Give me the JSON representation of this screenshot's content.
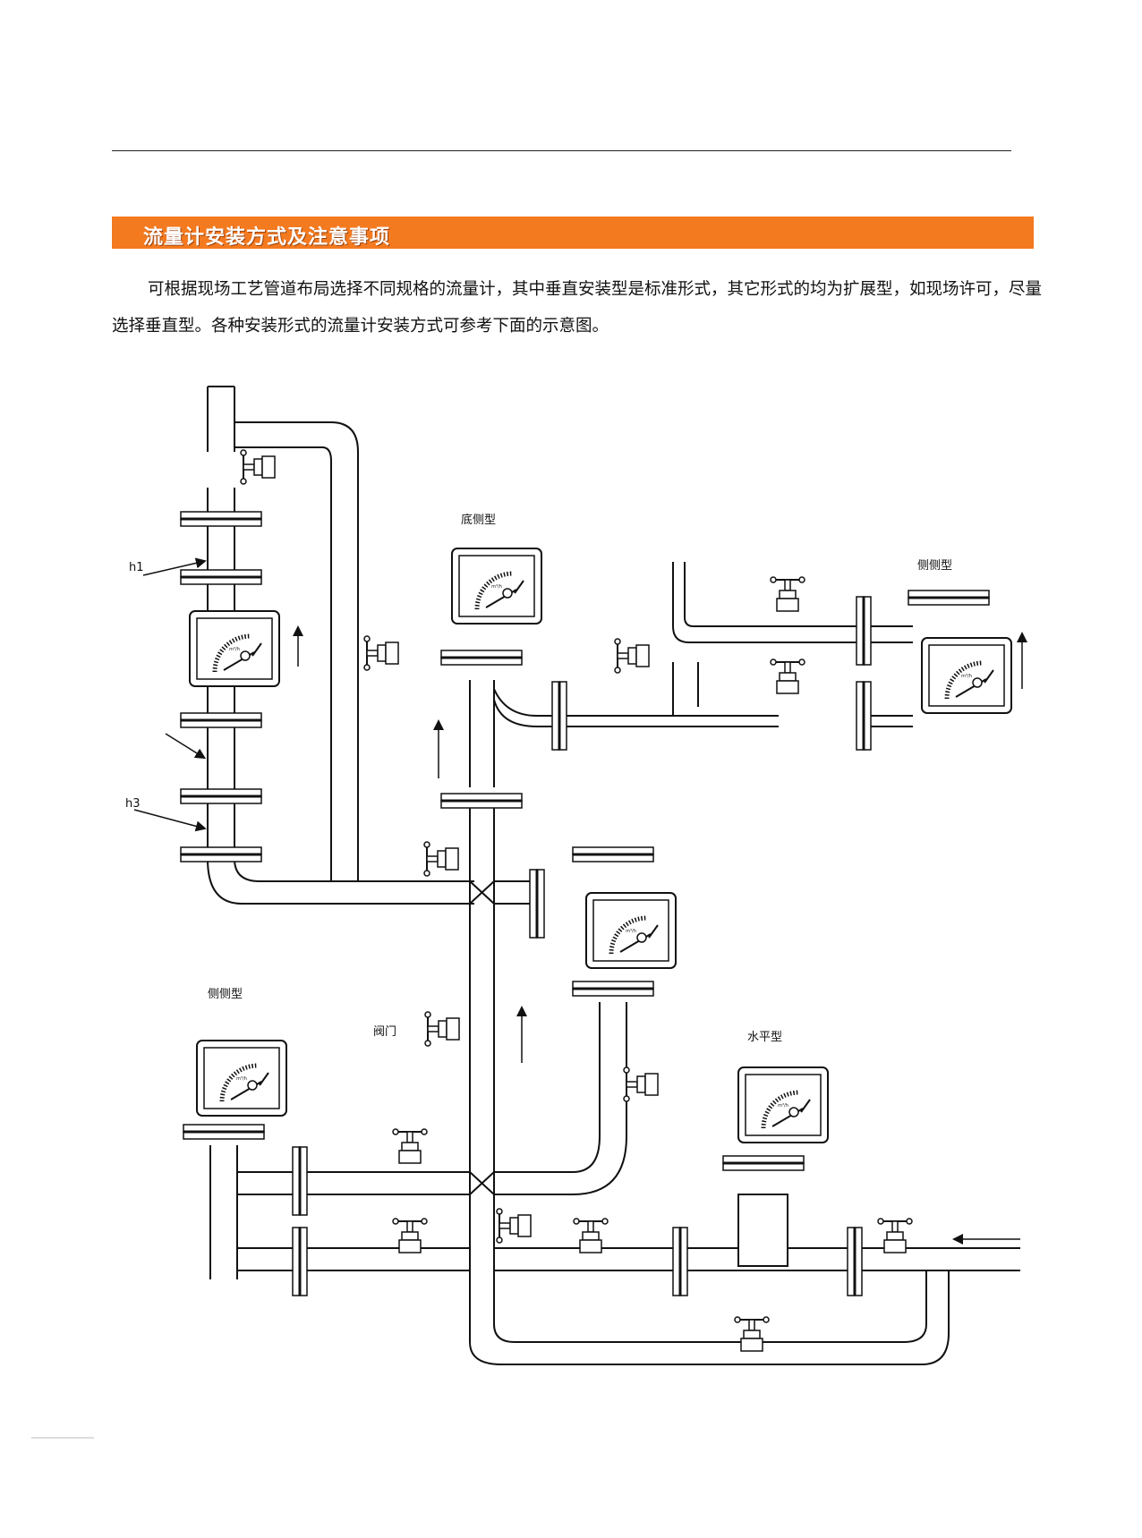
{
  "section": {
    "title": "流量计安装方式及注意事项"
  },
  "intro": {
    "text": "可根据现场工艺管道布局选择不同规格的流量计，其中垂直安装型是标准形式，其它形式的均为扩展型，如现场许可，尽量选择垂直型。各种安装形式的流量计安装方式可参考下面的示意图。"
  },
  "diagram": {
    "labels": {
      "h1": "h1",
      "h3": "h3",
      "bottom_side": "底侧型",
      "side_side_right": "侧侧型",
      "side_side_left": "侧侧型",
      "valve": "阀门",
      "horizontal": "水平型"
    }
  },
  "colors": {
    "banner": "#f47a20",
    "line": "#111111"
  }
}
